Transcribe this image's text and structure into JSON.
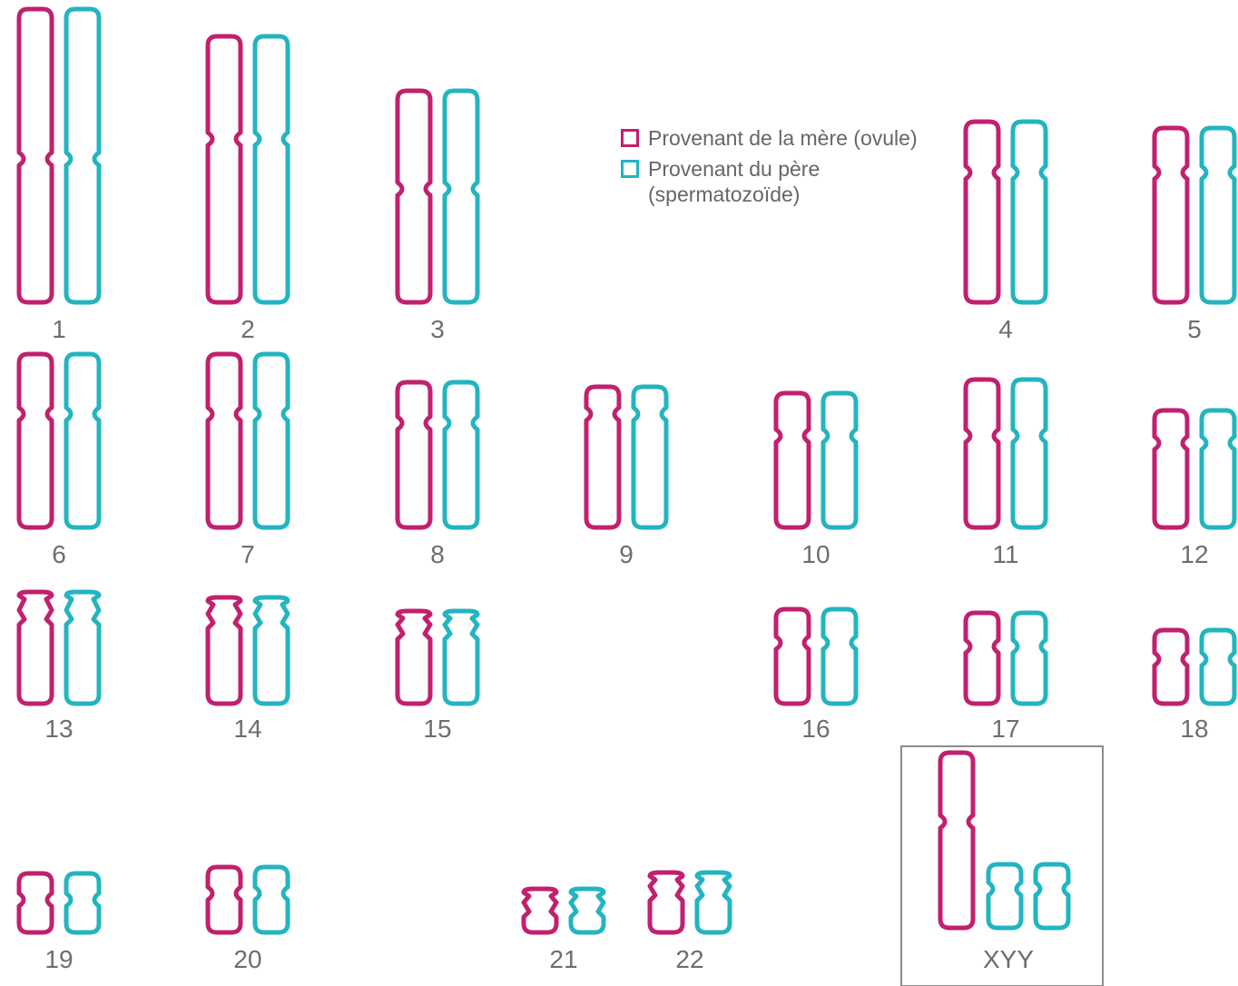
{
  "legend": {
    "mother": {
      "label": "Provenant de la mère (ovule)",
      "color": "#C2206E"
    },
    "father": {
      "label": "Provenant du père (spermatozoïde)",
      "label_line1": "Provenant du père",
      "label_line2": "(spermatozoïde)",
      "color": "#22B5C0"
    }
  },
  "chromosomes": [
    {
      "label": "1",
      "type": "meta"
    },
    {
      "label": "2",
      "type": "meta"
    },
    {
      "label": "3",
      "type": "meta"
    },
    {
      "label": "4",
      "type": "meta"
    },
    {
      "label": "5",
      "type": "meta"
    },
    {
      "label": "6",
      "type": "meta"
    },
    {
      "label": "7",
      "type": "meta"
    },
    {
      "label": "8",
      "type": "meta"
    },
    {
      "label": "9",
      "type": "meta"
    },
    {
      "label": "10",
      "type": "meta"
    },
    {
      "label": "11",
      "type": "meta"
    },
    {
      "label": "12",
      "type": "meta"
    },
    {
      "label": "13",
      "type": "acro"
    },
    {
      "label": "14",
      "type": "acro"
    },
    {
      "label": "15",
      "type": "acro"
    },
    {
      "label": "16",
      "type": "meta"
    },
    {
      "label": "17",
      "type": "meta"
    },
    {
      "label": "18",
      "type": "meta"
    },
    {
      "label": "19",
      "type": "meta"
    },
    {
      "label": "20",
      "type": "meta"
    },
    {
      "label": "21",
      "type": "acro"
    },
    {
      "label": "22",
      "type": "acro"
    }
  ],
  "sex_chromosomes": {
    "label": "XYY",
    "members": [
      {
        "name": "X",
        "origin": "mother"
      },
      {
        "name": "Y",
        "origin": "father"
      },
      {
        "name": "Y",
        "origin": "father"
      }
    ]
  }
}
